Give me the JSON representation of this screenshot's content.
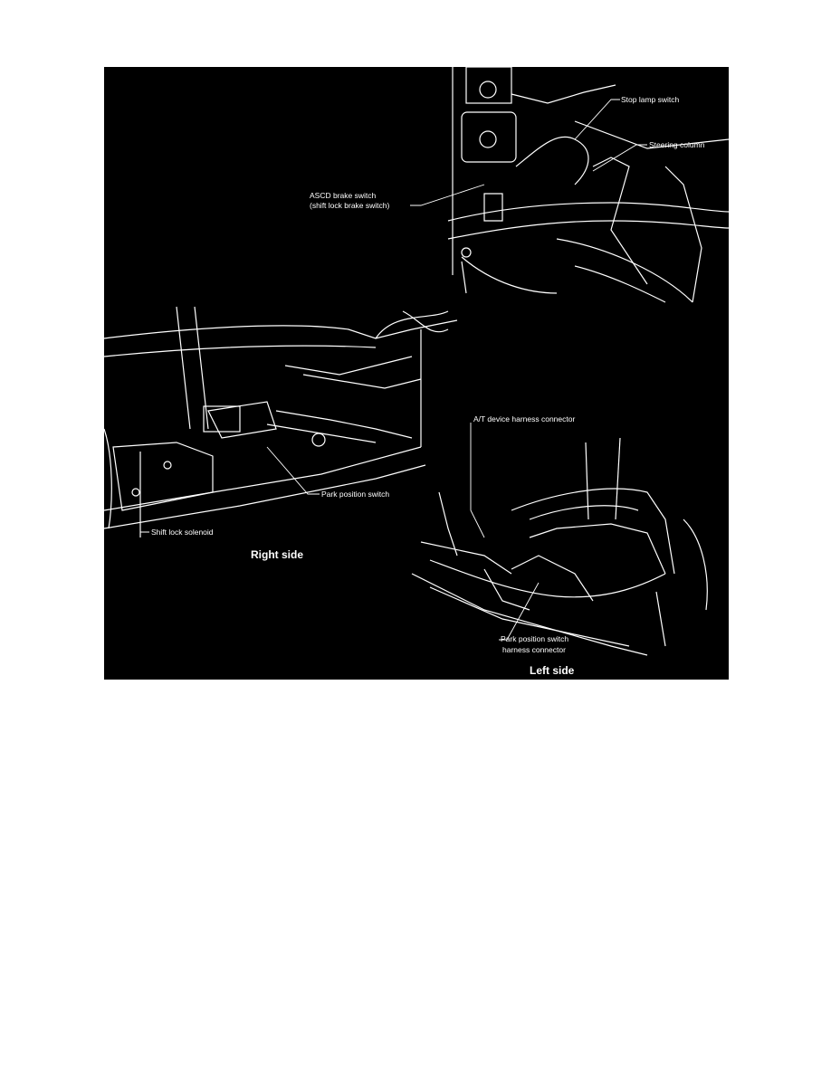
{
  "figure": {
    "labels": {
      "stop_lamp_switch": "Stop lamp switch",
      "steering_column": "Steering column",
      "ascd_line1": "ASCD brake switch",
      "ascd_line2": "(shift lock brake switch)",
      "at_device_connector": "A/T device harness connector",
      "park_position_switch": "Park position switch",
      "shift_lock_solenoid": "Shift lock solenoid",
      "park_switch_connector_line1": "Park position switch",
      "park_switch_connector_line2": "harness connector"
    },
    "captions": {
      "right_side": "Right side",
      "left_side": "Left side"
    },
    "colors": {
      "background": "#000000",
      "linework": "#ffffff"
    }
  }
}
